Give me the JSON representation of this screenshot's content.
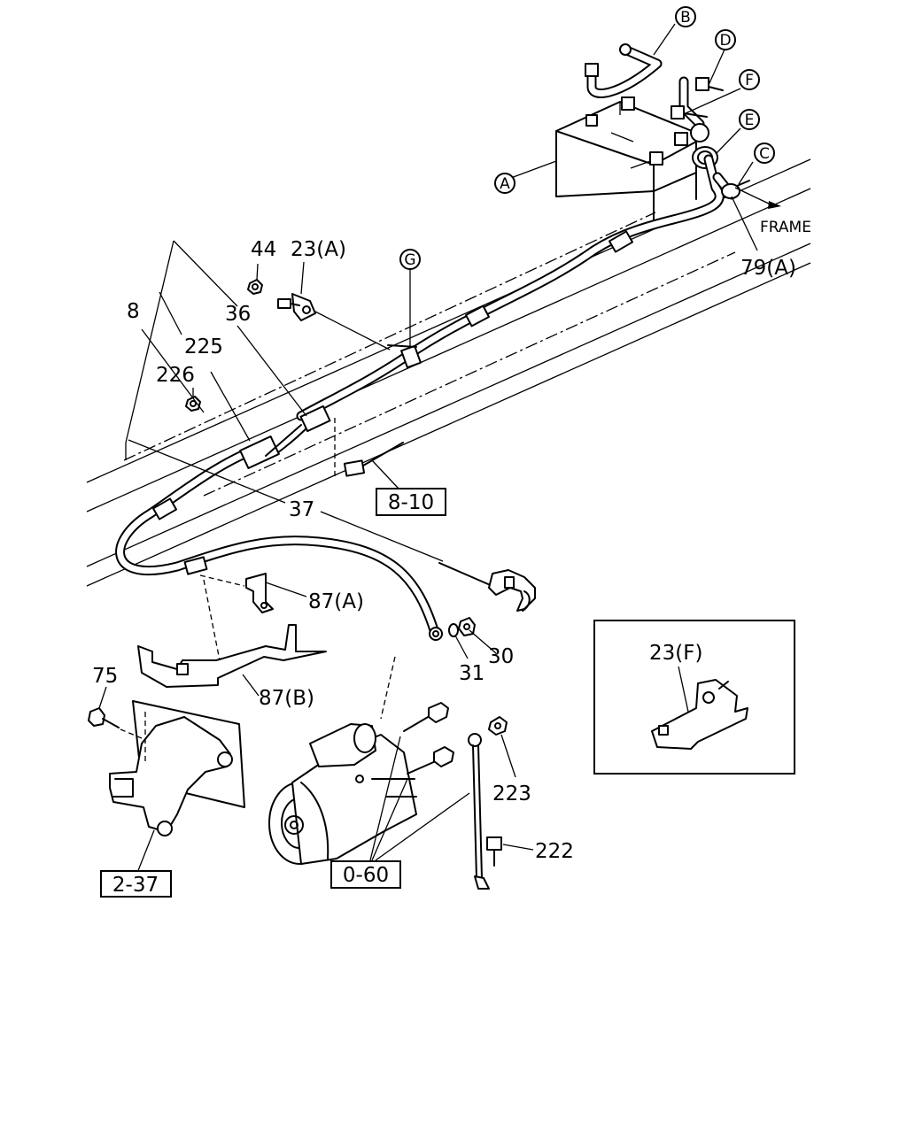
{
  "callouts": {
    "a": "A",
    "b": "B",
    "c": "C",
    "d": "D",
    "e": "E",
    "f": "F",
    "g": "G"
  },
  "labels": {
    "frame": "FRAME",
    "p79a": "79(A)",
    "p44": "44",
    "p23a": "23(A)",
    "p8": "8",
    "p36": "36",
    "p225": "225",
    "p226": "226",
    "p37": "37",
    "p87a": "87(A)",
    "p87b": "87(B)",
    "p30": "30",
    "p31": "31",
    "p75": "75",
    "p223": "223",
    "p222": "222",
    "p23f": "23(F)"
  },
  "references": {
    "r810": "8-10",
    "r237": "2-37",
    "r060": "0-60"
  }
}
